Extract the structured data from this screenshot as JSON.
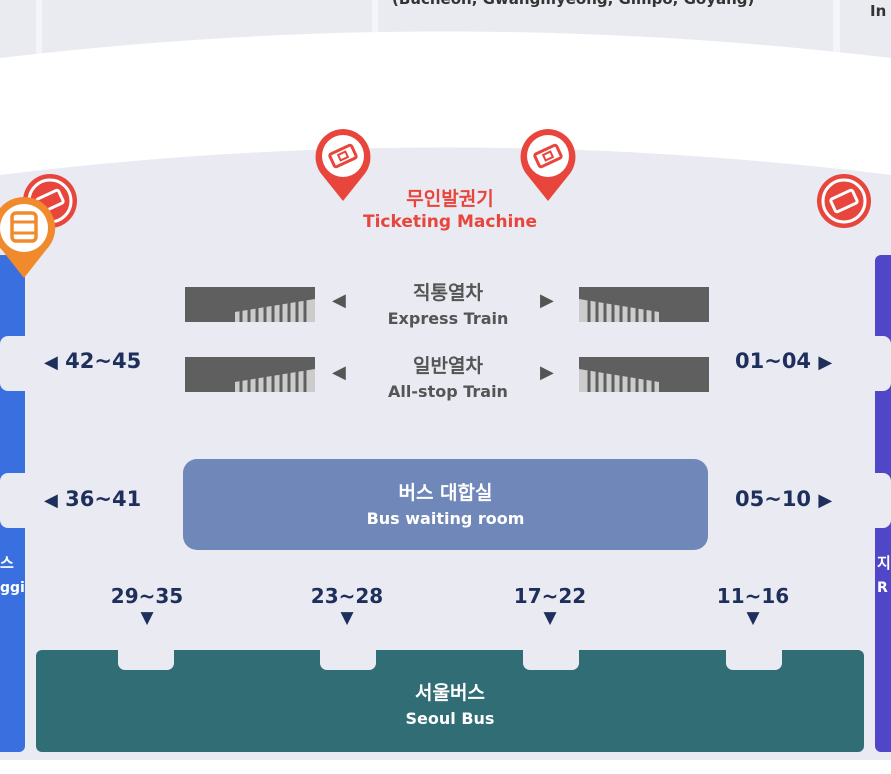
{
  "top": {
    "center_text": "(Bucheon, Gwangmyeong, Gimpo, Goyang)",
    "right_text": "In"
  },
  "ticketing": {
    "ko": "무인발권기",
    "en": "Ticketing Machine",
    "color": "#e8453c",
    "icon": "ticket-machine-icon"
  },
  "bus_stop_icon": {
    "icon": "bus-icon",
    "color": "#f08a2c"
  },
  "trains": {
    "express": {
      "ko": "직통열차",
      "en": "Express Train"
    },
    "allstop": {
      "ko": "일반열차",
      "en": "All-stop Train"
    }
  },
  "gates": {
    "left_upper": "42~45",
    "right_upper": "01~04",
    "left_lower": "36~41",
    "right_lower": "05~10",
    "bottom": [
      "29~35",
      "23~28",
      "17~22",
      "11~16"
    ]
  },
  "waiting_room": {
    "ko": "버스 대합실",
    "en": "Bus waiting room",
    "color": "#6f87b9"
  },
  "seoul_bus": {
    "ko": "서울버스",
    "en": "Seoul Bus",
    "color": "#306d74"
  },
  "left_zone": {
    "ko": "스",
    "en": "ggi",
    "color": "#3a6fe0"
  },
  "right_zone": {
    "ko": "지",
    "en": "R",
    "color": "#5047c8"
  }
}
